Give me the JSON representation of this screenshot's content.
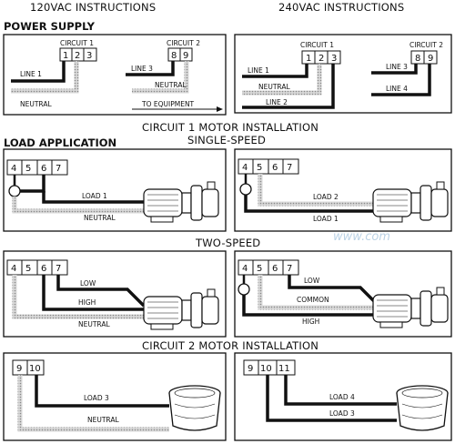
{
  "headers": {
    "left": "120VAC INSTRUCTIONS",
    "right": "240VAC INSTRUCTIONS",
    "power_supply": "POWER SUPPLY",
    "load_application": "LOAD APPLICATION",
    "circuit1_install": "CIRCUIT 1 MOTOR INSTALLATION",
    "single_speed": "SINGLE-SPEED",
    "two_speed": "TWO-SPEED",
    "circuit2_install": "CIRCUIT 2 MOTOR INSTALLATION"
  },
  "watermark": "www.com",
  "ps120": {
    "circuit1": "CIRCUIT 1",
    "circuit2": "CIRCUIT 2",
    "t1": "1",
    "t2": "2",
    "t3": "3",
    "t8": "8",
    "t9": "9",
    "line1": "LINE 1",
    "neutral": "NEUTRAL",
    "line3": "LINE 3",
    "neutral2": "NEUTRAL",
    "to_equipment": "TO EQUIPMENT"
  },
  "ps240": {
    "circuit1": "CIRCUIT 1",
    "circuit2": "CIRCUIT 2",
    "t1": "1",
    "t2": "2",
    "t3": "3",
    "t8": "8",
    "t9": "9",
    "line1": "LINE 1",
    "neutral": "NEUTRAL",
    "line2": "LINE 2",
    "line3": "LINE 3",
    "line4": "LINE 4"
  },
  "ss120": {
    "t4": "4",
    "t5": "5",
    "t6": "6",
    "t7": "7",
    "load1": "LOAD 1",
    "neutral": "NEUTRAL"
  },
  "ss240": {
    "t4": "4",
    "t5": "5",
    "t6": "6",
    "t7": "7",
    "load2": "LOAD 2",
    "load1": "LOAD 1"
  },
  "ts120": {
    "t4": "4",
    "t5": "5",
    "t6": "6",
    "t7": "7",
    "low": "LOW",
    "high": "HIGH",
    "neutral": "NEUTRAL"
  },
  "ts240": {
    "t4": "4",
    "t5": "5",
    "t6": "6",
    "t7": "7",
    "low": "LOW",
    "common": "COMMON",
    "high": "HIGH"
  },
  "c2_120": {
    "t9": "9",
    "t10": "10",
    "load3": "LOAD 3",
    "neutral": "NEUTRAL"
  },
  "c2_240": {
    "t9": "9",
    "t10": "10",
    "t11": "11",
    "load4": "LOAD 4",
    "load3": "LOAD 3"
  }
}
